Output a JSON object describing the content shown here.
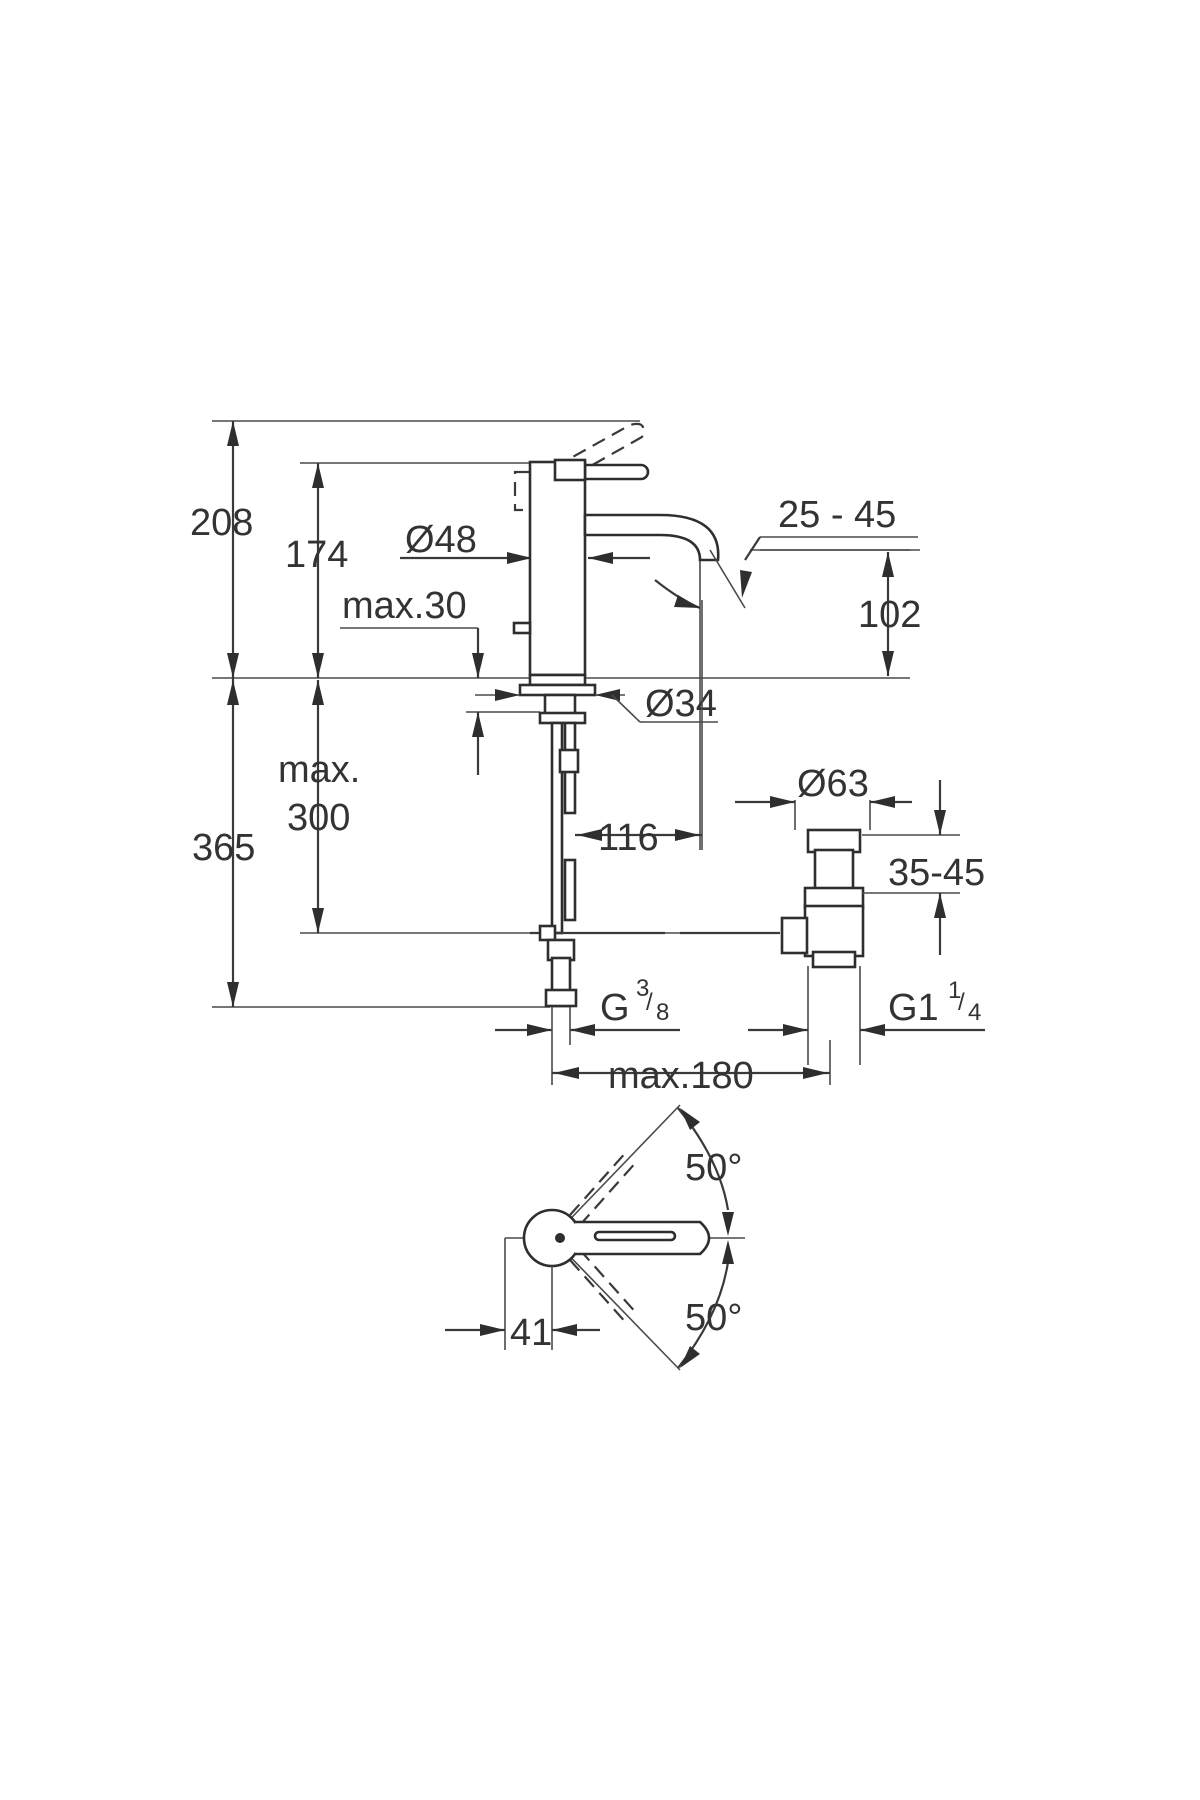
{
  "side_view": {
    "dim_total_height": "208",
    "dim_body_height": "174",
    "dim_body_diameter": "Ø48",
    "dim_spout_angle": "25 - 45",
    "dim_spout_height": "102",
    "dim_max_deck": "max.30",
    "dim_shank_diameter": "Ø34",
    "dim_below_max_line1": "max.",
    "dim_below_max_line2": "300",
    "dim_below_total": "365",
    "dim_reach": "116",
    "dim_waste_diameter": "Ø63",
    "dim_waste_range": "35-45",
    "thread_inlet_main": "G",
    "thread_inlet_frac_num": "3",
    "thread_inlet_frac_sep": "/",
    "thread_inlet_frac_den": "8",
    "thread_waste_main": "G1",
    "thread_waste_frac_num": "1",
    "thread_waste_frac_sep": "/",
    "thread_waste_frac_den": "4",
    "dim_max_width": "max.180"
  },
  "top_view": {
    "angle_upper": "50°",
    "angle_lower": "50°",
    "dim_offset": "41"
  }
}
